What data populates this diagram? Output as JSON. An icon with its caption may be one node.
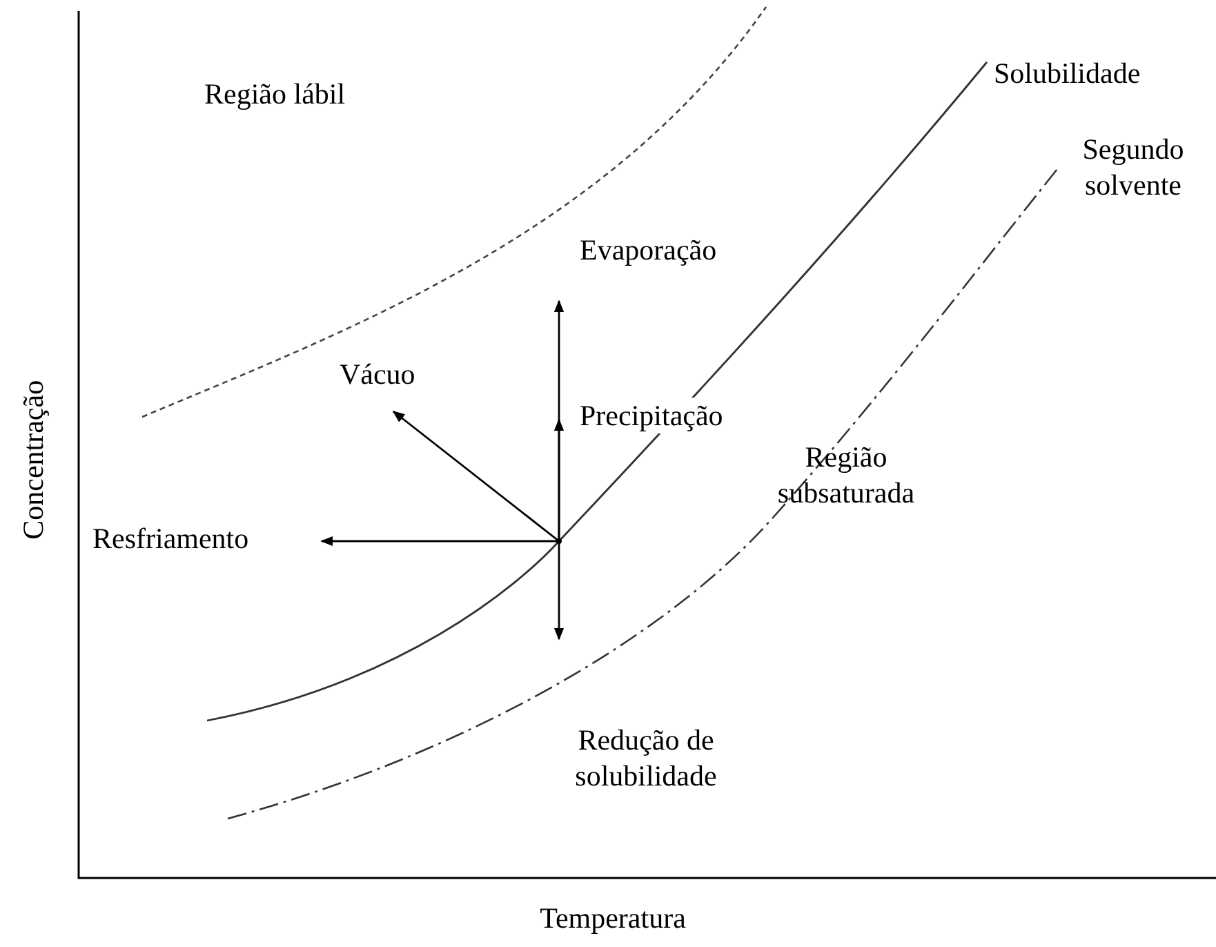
{
  "diagram": {
    "nodes": [
      {
        "text": [],
        "shape": "point"
      },
      {
        "text": [
          "Evaporação"
        ]
      },
      {
        "text": [
          "Precipitação"
        ]
      },
      {
        "text": [
          "Vácuo"
        ]
      },
      {
        "text": [
          "Resfriamento"
        ]
      }
    ],
    "edges": [
      {
        "from": 0,
        "to": 1,
        "arrow": "to"
      },
      {
        "from": 0,
        "to": 2,
        "arrow": "to"
      },
      {
        "from": 0,
        "to": 3,
        "arrow": "to"
      },
      {
        "from": 0,
        "to": 4,
        "arrow": "to"
      },
      {
        "from": 0,
        "to": null,
        "arrow": "to"
      }
    ],
    "labels": [
      "Região lábil",
      "Solubilidade",
      "Segundo solvente",
      "Região subsaturada",
      "Redução de solubilidade",
      "Concentração",
      "Temperatura"
    ]
  }
}
